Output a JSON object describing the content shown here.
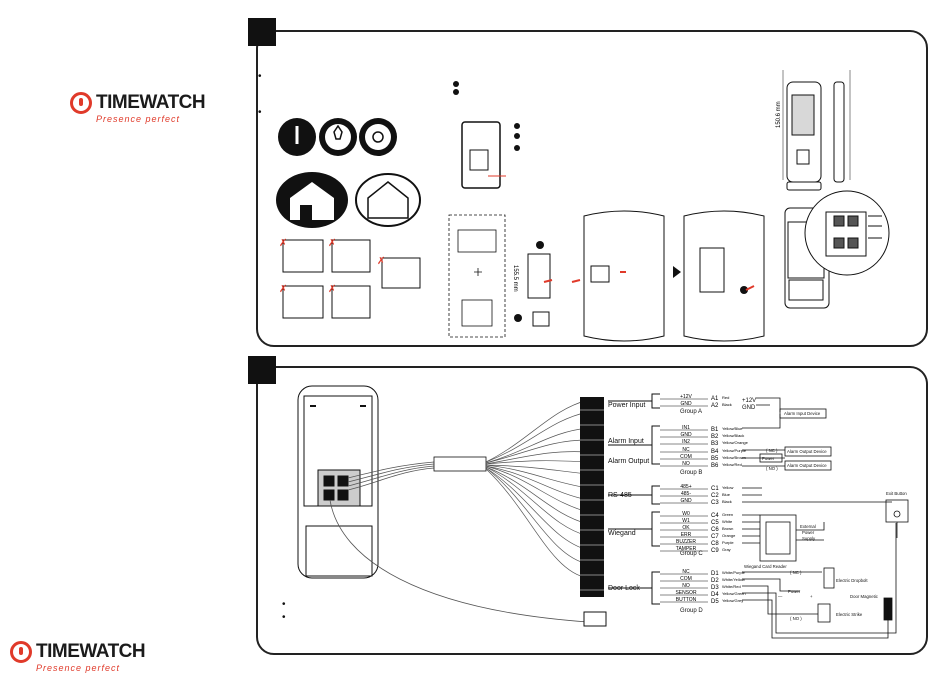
{
  "brand": {
    "name": "TIMEWATCH",
    "tagline": "Presence perfect"
  },
  "bullets": [
    "•",
    "•"
  ],
  "dimensions": {
    "height": "155.5 mm",
    "depth": "150.6 mm"
  },
  "wiring": {
    "power_input": "Power Input",
    "alarm_input": "Alarm Input",
    "alarm_output": "Alarm Output",
    "rs485": "RS-485",
    "wiegand": "Wiegand",
    "door_lock": "Door Lock",
    "group_a": "Group A",
    "group_b": "Group B",
    "group_c": "Group C",
    "group_d": "Group D",
    "power_a": [
      {
        "name": "+12V",
        "pin": "A1",
        "color": "Red"
      },
      {
        "name": "GND",
        "pin": "A2",
        "color": "Black"
      }
    ],
    "power_out": [
      "+12V",
      "GND"
    ],
    "alarm_in_rows": [
      {
        "name": "IN1",
        "pin": "B1",
        "color": "Yellow/Blue"
      },
      {
        "name": "GND",
        "pin": "B2",
        "color": "Yellow/Black"
      },
      {
        "name": "IN2",
        "pin": "B3",
        "color": "Yellow/Orange"
      }
    ],
    "alarm_out_rows": [
      {
        "name": "NC",
        "pin": "B4",
        "color": "Yellow/Purple"
      },
      {
        "name": "COM",
        "pin": "B5",
        "color": "Yellow/Brown"
      },
      {
        "name": "NO",
        "pin": "B6",
        "color": "Yellow/Red"
      }
    ],
    "rs485_rows": [
      {
        "name": "485+",
        "pin": "C1",
        "color": "Yellow"
      },
      {
        "name": "485-",
        "pin": "C2",
        "color": "Blue"
      },
      {
        "name": "GND",
        "pin": "C3",
        "color": "Black"
      }
    ],
    "wiegand_rows": [
      {
        "name": "W0",
        "pin": "C4",
        "color": "Green"
      },
      {
        "name": "W1",
        "pin": "C5",
        "color": "White"
      },
      {
        "name": "OK",
        "pin": "C6",
        "color": "Brown"
      },
      {
        "name": "ERR",
        "pin": "C7",
        "color": "Orange"
      },
      {
        "name": "BUZZER",
        "pin": "C8",
        "color": "Purple"
      },
      {
        "name": "TAMPER",
        "pin": "C9",
        "color": "Gray"
      }
    ],
    "lock_rows": [
      {
        "name": "NC",
        "pin": "D1",
        "color": "White/Purple"
      },
      {
        "name": "COM",
        "pin": "D2",
        "color": "White/Yellow"
      },
      {
        "name": "NO",
        "pin": "D3",
        "color": "White/Red"
      },
      {
        "name": "SENSOR",
        "pin": "D4",
        "color": "Yellow/Green"
      },
      {
        "name": "BUTTON",
        "pin": "D5",
        "color": "Yellow/Grey"
      }
    ],
    "devices": {
      "alarm_input_device": "Alarm Input Device",
      "alarm_output_device": "Alarm Output Device",
      "power": "Power",
      "nc": "( NC )",
      "no": "( NO )",
      "external_power_supply": [
        "External",
        "Power",
        "Supply"
      ],
      "wiegand_card_reader": "Wiegand Card Reader",
      "exit_button": "Exit Button",
      "electric_dropbolt": "Electric Dropbolt",
      "door_magnetic": "Door Magnetic",
      "electric_strike": "Electric Strike",
      "power_minus": "—",
      "power_plus": "+"
    }
  },
  "colors": {
    "accent": "#e03a2a",
    "line": "#222222"
  }
}
